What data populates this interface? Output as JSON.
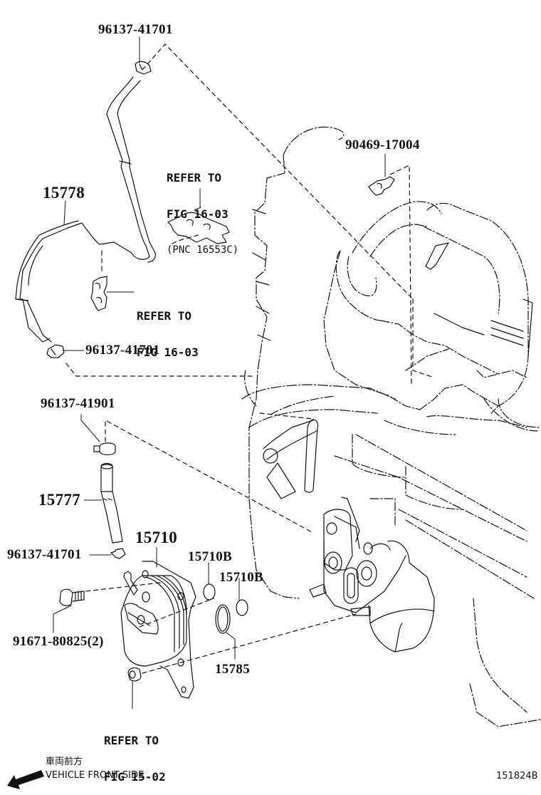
{
  "diagram": {
    "figure_id": "151824B",
    "direction_indicator": {
      "japanese_label": "車両前方",
      "english_label": "VEHICLE FRONT SIDE",
      "icon": "arrow-left-down-icon"
    },
    "part_labels": {
      "clamp_top": "96137-41701",
      "clip_right": "90469-17004",
      "hose_upper": "15778",
      "clamp_mid": "96137-41701",
      "clamp_lower": "96137-41901",
      "hose_lower": "15777",
      "clamp_small": "96137-41701",
      "oil_cooler": "15710",
      "oring_a": "15710B",
      "oring_b": "15710B",
      "gasket": "15785",
      "bolt": "91671-80825(2)"
    },
    "references": {
      "bracket_ref": {
        "line1": "REFER TO",
        "line2": "FIG 16-03",
        "line3": "(PNC 16553C)"
      },
      "clip_ref": {
        "line1": "REFER TO",
        "line2": "FIG 16-03"
      },
      "nut_ref": {
        "line1": "REFER TO",
        "line2": "FIG 15-02"
      }
    }
  }
}
